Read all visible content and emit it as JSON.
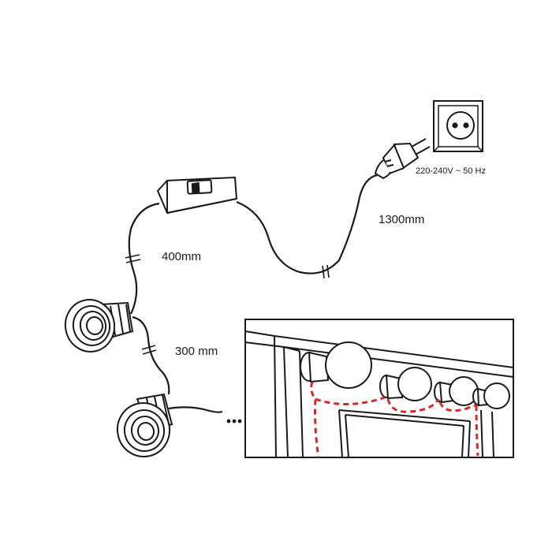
{
  "labels": {
    "voltage": "220-240V ~ 50 Hz",
    "cable_to_plug": "1300mm",
    "switch_to_first_socket": "400mm",
    "socket_spacing": "300 mm"
  },
  "colors": {
    "line": "#1a1a1a",
    "wire_dashed": "#d42a2a",
    "background": "#ffffff"
  },
  "icons": [
    "wall-outlet-icon",
    "euro-plug-icon",
    "inline-switch-icon",
    "lamp-socket-icon",
    "bulb-icon",
    "mirror-frame-icon",
    "continuation-dots-icon"
  ]
}
